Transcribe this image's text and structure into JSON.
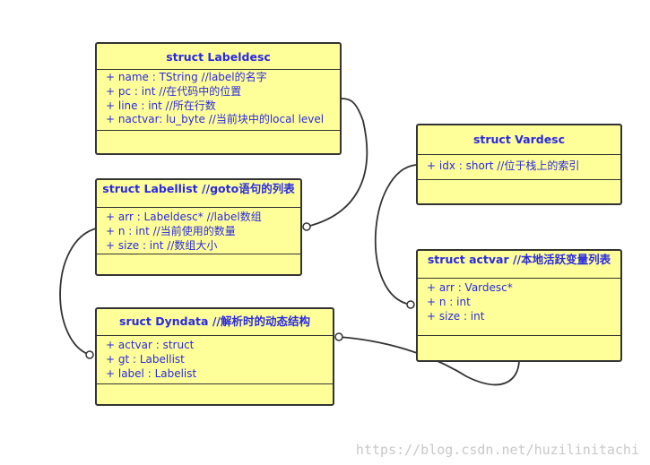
{
  "colors": {
    "box_fill": "#ffff99",
    "box_border": "#333333",
    "text": "#2a2ae0",
    "connector": "#333333",
    "watermark": "#c9c9c9"
  },
  "classes": {
    "labeldesc": {
      "title": "struct Labeldesc",
      "fields": [
        "+ name : TString  //label的名字",
        "+ pc : int  //在代码中的位置",
        "+ line : int  //所在行数",
        "+ nactvar: lu_byte //当前块中的local level"
      ]
    },
    "labellist": {
      "title": "struct Labellist //goto语句的列表",
      "fields": [
        "+ arr : Labeldesc* //label数组",
        "+ n : int     //当前使用的数量",
        "+ size : int //数组大小"
      ]
    },
    "dyndata": {
      "title": "sruct Dyndata //解析时的动态结构",
      "fields": [
        "+ actvar : struct",
        "+ gt : Labellist",
        "+ label : Labelist"
      ]
    },
    "vardesc": {
      "title": "struct Vardesc",
      "fields": [
        "+ idx : short    //位于栈上的索引"
      ]
    },
    "actvar": {
      "title": "struct actvar //本地活跃变量列表",
      "fields": [
        "+ arr : Vardesc*",
        "+ n : int",
        "+ size : int"
      ]
    }
  },
  "watermark": "https://blog.csdn.net/huzilinitachi"
}
